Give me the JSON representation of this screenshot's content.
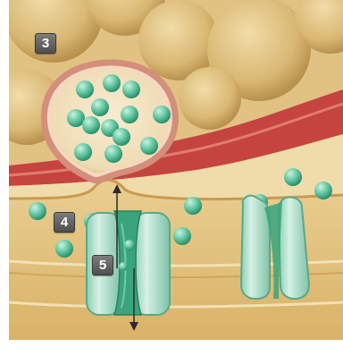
{
  "steps": [
    {
      "id": "3",
      "label": "3"
    },
    {
      "id": "4",
      "label": "4"
    },
    {
      "id": "5",
      "label": "5"
    }
  ],
  "colors": {
    "extracellular_background": "#e6c88a",
    "cell_membrane": "#c94a44",
    "synaptic_cleft": "#eed9a6",
    "postsynaptic_cytoplasm": "#ddb96d",
    "vesicle": "#f3e2c2",
    "neurotransmitter": "#5fc4a0",
    "ion_channel": "#b7e3cf",
    "channel_pore": "#2f9a72"
  },
  "icons": [
    "arrow-up-icon",
    "arrow-down-icon"
  ]
}
